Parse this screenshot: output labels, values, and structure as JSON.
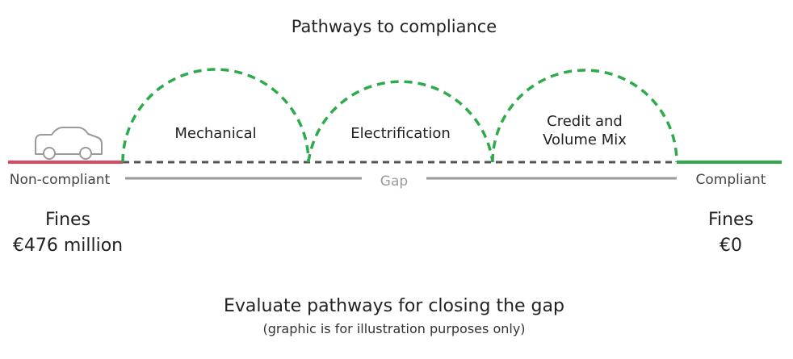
{
  "title": "Pathways to compliance",
  "start": {
    "label": "Non-compliant",
    "fines_label": "Fines",
    "fines_value": "€476 million"
  },
  "end": {
    "label": "Compliant",
    "fines_label": "Fines",
    "fines_value": "€0"
  },
  "gap_label": "Gap",
  "pathways": [
    {
      "line1": "Mechanical",
      "line2": ""
    },
    {
      "line1": "Electrification",
      "line2": ""
    },
    {
      "line1": "Credit and",
      "line2": "Volume Mix"
    }
  ],
  "footer": {
    "main": "Evaluate pathways for closing the gap",
    "note": "(graphic is for illustration purposes only)"
  },
  "colors": {
    "noncompliant_line": "#d9485f",
    "compliant_line": "#2eaa4a",
    "pathway_arc": "#2eaa4a",
    "gap_dash": "#555555",
    "gap_bracket": "#9a9a9a",
    "gap_text": "#9a9a9a",
    "car": "#9a9a9a"
  },
  "icons": {
    "vehicle": "car-icon"
  }
}
